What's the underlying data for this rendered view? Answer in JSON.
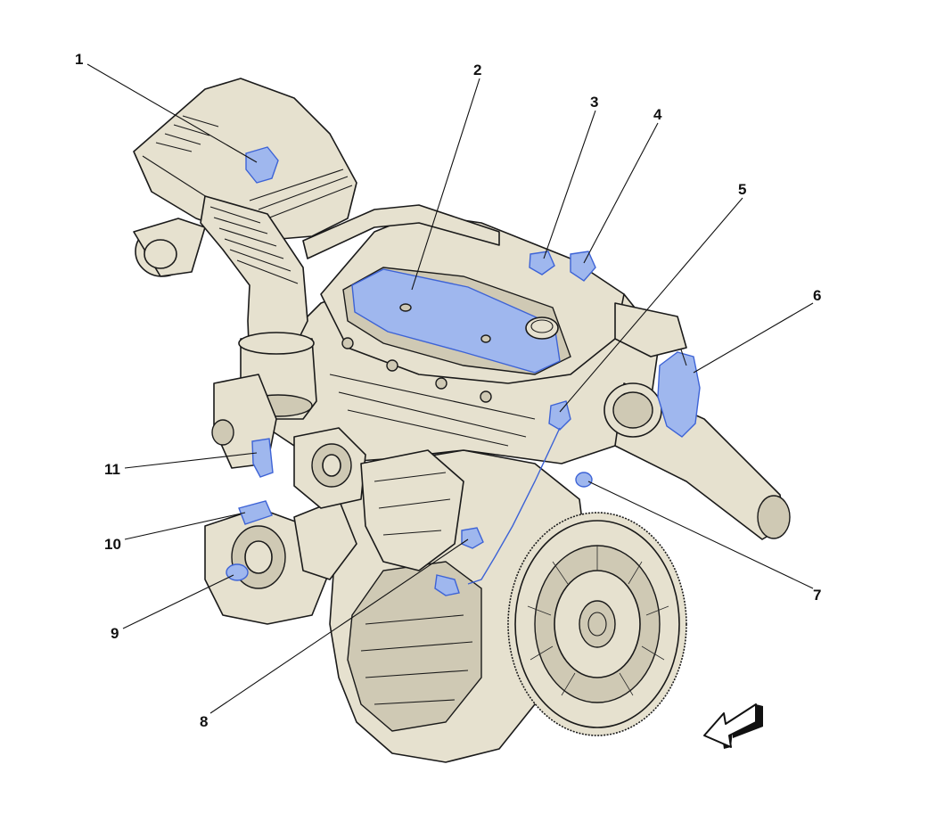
{
  "diagram": {
    "callouts": [
      {
        "id": "1",
        "label": "1"
      },
      {
        "id": "2",
        "label": "2"
      },
      {
        "id": "3",
        "label": "3"
      },
      {
        "id": "4",
        "label": "4"
      },
      {
        "id": "5",
        "label": "5"
      },
      {
        "id": "6",
        "label": "6"
      },
      {
        "id": "7",
        "label": "7"
      },
      {
        "id": "8",
        "label": "8"
      },
      {
        "id": "9",
        "label": "9"
      },
      {
        "id": "10",
        "label": "10"
      },
      {
        "id": "11",
        "label": "11"
      }
    ],
    "colors": {
      "engine_fill": "#e6e1cf",
      "outline": "#1a1a1a",
      "highlight_fill": "#9fb7ee",
      "highlight_stroke": "#3d63d6"
    },
    "icons": [
      "orientation-arrow-icon"
    ]
  }
}
